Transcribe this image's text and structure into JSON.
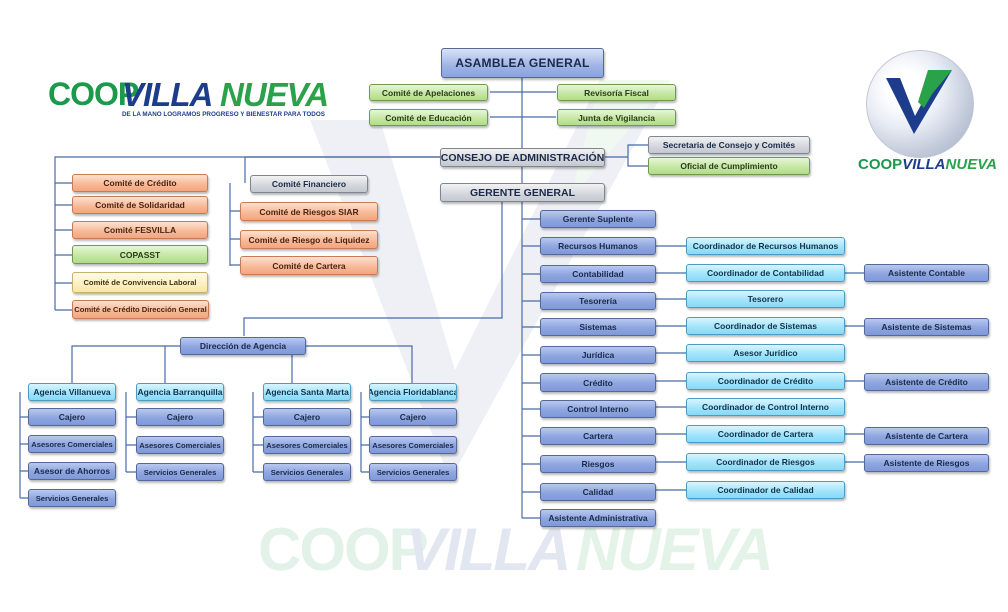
{
  "logo_left": {
    "part1": "COOP",
    "part2": "VILLA",
    "part3": "NUEVA",
    "tagline": "DE LA MANO LOGRAMOS PROGRESO Y BIENESTAR PARA TODOS"
  },
  "logo_right": {
    "part1": "COOP",
    "part2": "VILLA",
    "part3": "NUEVA"
  },
  "watermark": {
    "part1": "COOP",
    "part2": "VILLA",
    "part3": "NUEVA"
  },
  "colors": {
    "brand_blue": "#1d3d8c",
    "brand_green": "#2aa24a",
    "line": "#4a6aa8"
  },
  "org": {
    "asamblea": "ASAMBLEA GENERAL",
    "comite_apelaciones": "Comité de Apelaciones",
    "revisoria_fiscal": "Revisoría Fiscal",
    "comite_educacion": "Comité de Educación",
    "junta_vigilancia": "Junta de Vigilancia",
    "consejo": "CONSEJO DE ADMINISTRACIÓN",
    "secretaria": "Secretaria de Consejo y Comités",
    "oficial": "Oficial de Cumplimiento",
    "gerente": "GERENTE GENERAL",
    "comite_credito": "Comité de Crédito",
    "comite_solidaridad": "Comité de Solidaridad",
    "comite_fesvilla": "Comité FESVILLA",
    "copasst": "COPASST",
    "comite_convivencia": "Comité de Convivencia Laboral",
    "comite_credito_direccion": "Comité de Crédito Dirección General",
    "comite_financiero": "Comité Financiero",
    "comite_riesgos_siar": "Comité de Riesgos SIAR",
    "comite_riesgo_liquidez": "Comité de Riesgo de Liquidez",
    "comite_cartera": "Comité de Cartera",
    "direccion_agencia": "Dirección de Agencia",
    "agencias": [
      {
        "name": "Agencia Villanueva",
        "cajero": "Cajero",
        "asesores": "Asesores Comerciales",
        "ahorros": "Asesor de Ahorros",
        "servicios": "Servicios Generales"
      },
      {
        "name": "Agencia Barranquilla",
        "cajero": "Cajero",
        "asesores": "Asesores Comerciales",
        "servicios": "Servicios Generales"
      },
      {
        "name": "Agencia Santa Marta",
        "cajero": "Cajero",
        "asesores": "Asesores Comerciales",
        "servicios": "Servicios Generales"
      },
      {
        "name": "Agencia Floridablanca",
        "cajero": "Cajero",
        "asesores": "Asesores Comerciales",
        "servicios": "Servicios Generales"
      }
    ],
    "gerente_suplente": "Gerente Suplente",
    "areas": [
      {
        "area": "Recursos Humanos",
        "coord": "Coordinador de Recursos Humanos",
        "asst": ""
      },
      {
        "area": "Contabilidad",
        "coord": "Coordinador de Contabilidad",
        "asst": "Asistente Contable"
      },
      {
        "area": "Tesorería",
        "coord": "Tesorero",
        "asst": ""
      },
      {
        "area": "Sistemas",
        "coord": "Coordinador de Sistemas",
        "asst": "Asistente de Sistemas"
      },
      {
        "area": "Jurídica",
        "coord": "Asesor Jurídico",
        "asst": ""
      },
      {
        "area": "Crédito",
        "coord": "Coordinador de Crédito",
        "asst": "Asistente de Crédito"
      },
      {
        "area": "Control Interno",
        "coord": "Coordinador de Control Interno",
        "asst": ""
      },
      {
        "area": "Cartera",
        "coord": "Coordinador de Cartera",
        "asst": "Asistente de Cartera"
      },
      {
        "area": "Riesgos",
        "coord": "Coordinador de Riesgos",
        "asst": "Asistente de Riesgos"
      },
      {
        "area": "Calidad",
        "coord": "Coordinador de Calidad",
        "asst": ""
      }
    ],
    "asistente_administrativa": "Asistente Administrativa"
  }
}
